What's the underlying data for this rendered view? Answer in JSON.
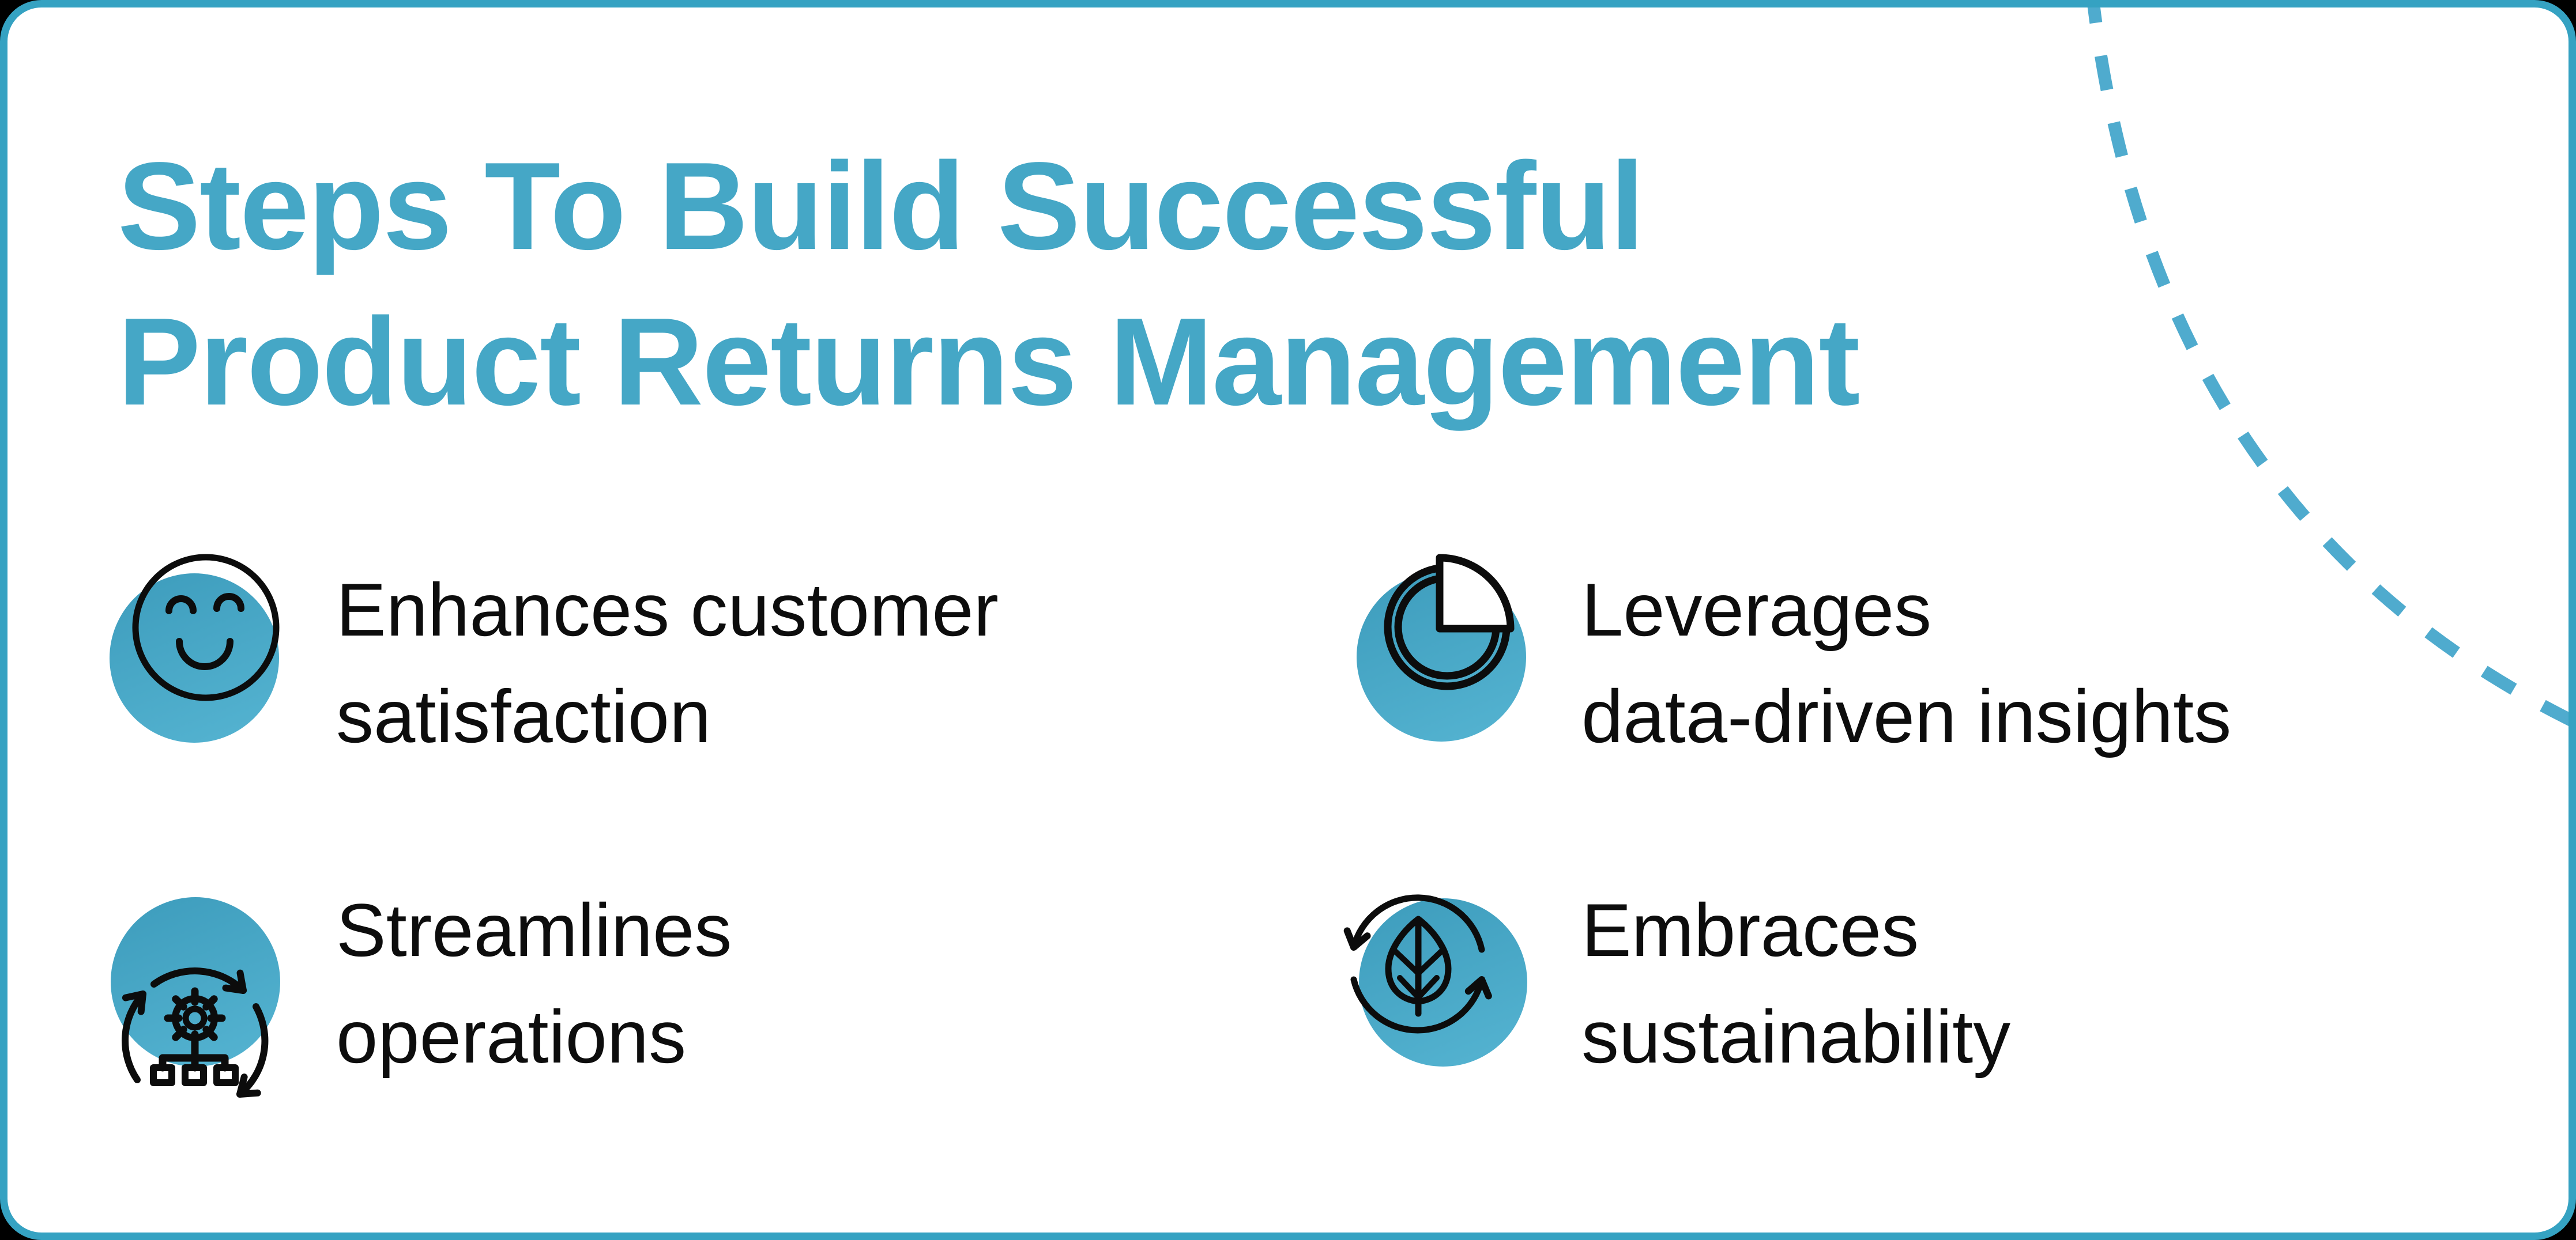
{
  "title": {
    "line1": "Steps To Build Successful",
    "line2": "Product Returns Management"
  },
  "items": [
    {
      "name": "enhances-customer-satisfaction",
      "icon": "smiley-face-icon",
      "line1": "Enhances customer",
      "line2": "satisfaction"
    },
    {
      "name": "leverages-data-driven-insights",
      "icon": "pie-chart-icon",
      "line1": "Leverages",
      "line2": "data-driven insights"
    },
    {
      "name": "streamlines-operations",
      "icon": "gear-org-chart-cycle-icon",
      "line1": "Streamlines",
      "line2": "operations"
    },
    {
      "name": "embraces-sustainability",
      "icon": "leaf-recycle-icon",
      "line1": "Embraces",
      "line2": "sustainability"
    }
  ],
  "colors": {
    "accent": "#45a7c6",
    "card_border": "#35a2c2",
    "icon_circle_top": "#3e9dbd",
    "icon_circle_bottom": "#52b1cf",
    "dashed_line": "#4fabce",
    "ink": "#0c0c0c",
    "text": "#0d0d0d",
    "card_background": "#ffffff",
    "outside_background": "#000000"
  }
}
